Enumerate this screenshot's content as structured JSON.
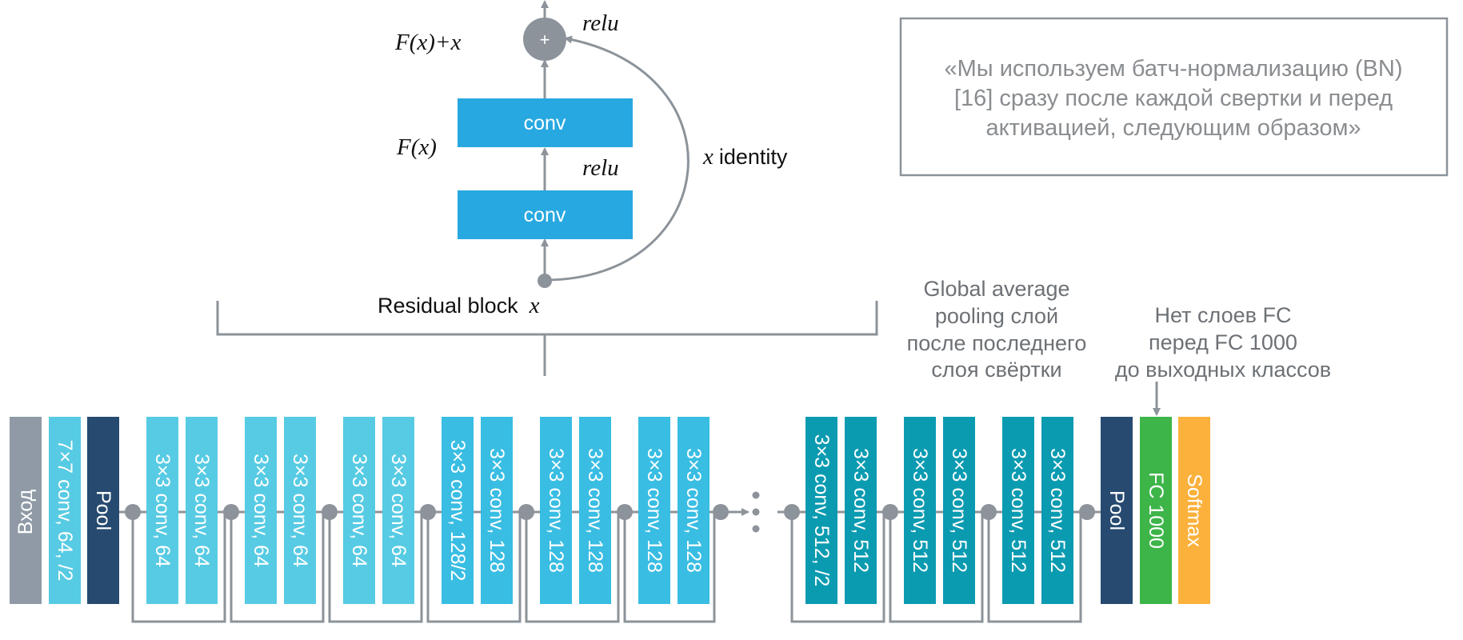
{
  "residual_block": {
    "output_label": "F(x)+x",
    "plus_symbol": "+",
    "relu_top": "relu",
    "relu_mid": "relu",
    "fx_label": "F(x)",
    "conv_top": "conv",
    "conv_bottom": "conv",
    "identity_x": "x",
    "identity_label": "identity",
    "caption": "Residual block",
    "caption_x": "x"
  },
  "quote": {
    "lines": [
      "«Мы используем батч-нормализацию (BN)",
      "[16] сразу после каждой свертки и перед",
      "активацией, следующим образом»"
    ]
  },
  "notes": {
    "gap": [
      "Global average",
      "pooling слой",
      "после последнего",
      "слоя свёртки"
    ],
    "fc": [
      "Нет слоев FC",
      "перед FC 1000",
      "до выходных классов"
    ]
  },
  "network": {
    "layers": [
      {
        "label": "Вход",
        "color": "#8f9aa6"
      },
      {
        "label": "7×7 conv, 64, /2",
        "color": "#57cbe3"
      },
      {
        "label": "Pool",
        "color": "#264a70"
      },
      {
        "label": "3×3 conv, 64",
        "color": "#57cbe3"
      },
      {
        "label": "3×3 conv, 64",
        "color": "#57cbe3"
      },
      {
        "label": "3×3 conv, 64",
        "color": "#57cbe3"
      },
      {
        "label": "3×3 conv, 64",
        "color": "#57cbe3"
      },
      {
        "label": "3×3 conv, 64",
        "color": "#57cbe3"
      },
      {
        "label": "3×3 conv, 64",
        "color": "#57cbe3"
      },
      {
        "label": "3×3 conv, 128/2",
        "color": "#39bde3"
      },
      {
        "label": "3×3 conv, 128",
        "color": "#39bde3"
      },
      {
        "label": "3×3 conv, 128",
        "color": "#39bde3"
      },
      {
        "label": "3×3 conv, 128",
        "color": "#39bde3"
      },
      {
        "label": "3×3 conv, 128",
        "color": "#39bde3"
      },
      {
        "label": "3×3 conv, 128",
        "color": "#39bde3"
      },
      {
        "label": "3×3 conv, 512, /2",
        "color": "#0b9bb1"
      },
      {
        "label": "3×3 conv, 512",
        "color": "#0b9bb1"
      },
      {
        "label": "3×3 conv, 512",
        "color": "#0b9bb1"
      },
      {
        "label": "3×3 conv, 512",
        "color": "#0b9bb1"
      },
      {
        "label": "3×3 conv, 512",
        "color": "#0b9bb1"
      },
      {
        "label": "3×3 conv, 512",
        "color": "#0b9bb1"
      },
      {
        "label": "Pool",
        "color": "#264a70"
      },
      {
        "label": "FC 1000",
        "color": "#3db549"
      },
      {
        "label": "Softmax",
        "color": "#fbb13c"
      }
    ]
  },
  "colors": {
    "residual_conv": "#28a8e0",
    "line": "#8c939a",
    "node": "#8c939a"
  }
}
